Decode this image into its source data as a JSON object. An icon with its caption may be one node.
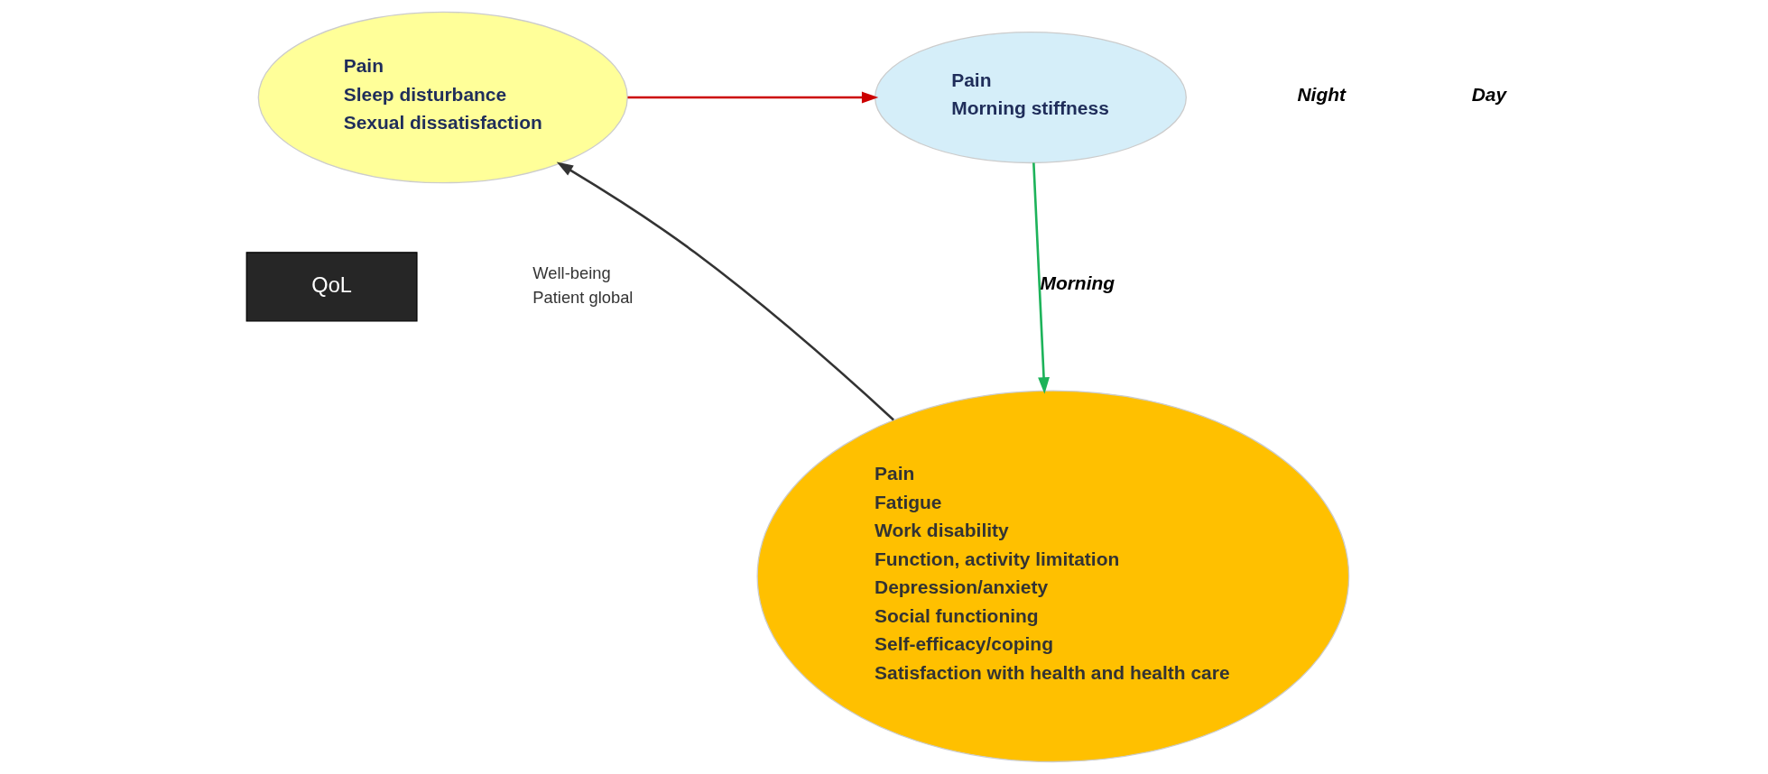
{
  "diagram": {
    "nodes": [
      {
        "text": [
          "Pain",
          "Sleep disturbance",
          "Sexual dissatisfaction"
        ]
      },
      {
        "text": [
          "Pain",
          "Morning stiffness"
        ]
      },
      {
        "text": [
          "Pain",
          "Fatigue",
          "Work disability",
          "Function, activity limitation",
          "Depression/anxiety",
          "Social functioning",
          "Self-efficacy/coping",
          "Satisfaction with health and health care"
        ]
      },
      {
        "text": [
          "QoL"
        ],
        "beside": [
          "Well-being",
          "Patient global"
        ]
      }
    ],
    "edges": [
      {
        "from": 0,
        "to": 1,
        "arrow": "to",
        "color": "#cc0000"
      },
      {
        "from": 1,
        "to": 2,
        "arrow": "to",
        "color": "#1db35a",
        "label": "Morning"
      },
      {
        "from": 2,
        "to": 0,
        "arrow": "to",
        "color": "#333333"
      }
    ],
    "labels": [
      "Night",
      "Day"
    ]
  }
}
